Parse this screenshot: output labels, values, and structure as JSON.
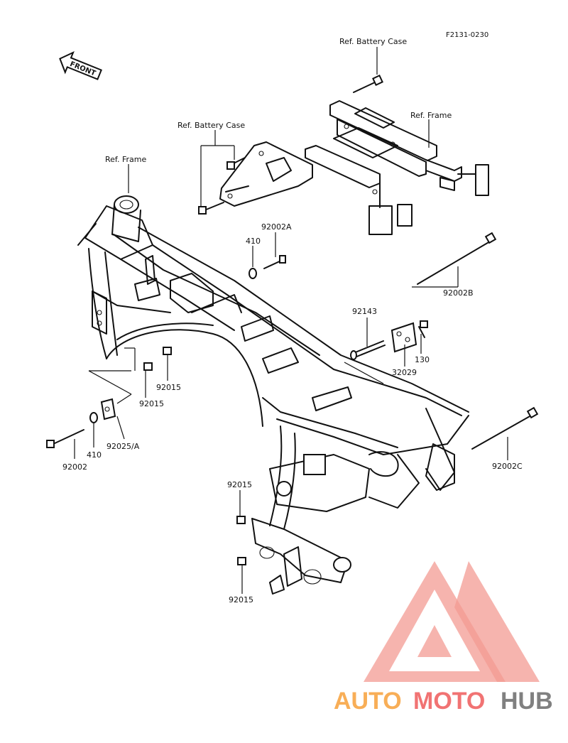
{
  "diagram_code": "F2131-0230",
  "front_arrow": "FRONT",
  "labels": {
    "ref_battery_case_top": "Ref. Battery Case",
    "ref_battery_case_left": "Ref. Battery Case",
    "ref_frame_top": "Ref. Frame",
    "ref_frame_left": "Ref. Frame",
    "p92002A": "92002A",
    "p410_upper": "410",
    "p92002B": "92002B",
    "p92143": "92143",
    "p130": "130",
    "p32029": "32029",
    "p92015_a": "92015",
    "p92015_b": "92015",
    "p92002": "92002",
    "p410_lower": "410",
    "p92025A": "92025/A",
    "p92002C": "92002C",
    "p92015_c": "92015",
    "p92015_d": "92015"
  },
  "watermark": {
    "part1": "AUTO",
    "part2": "MOTO",
    "part3": "HUB",
    "color_orange": "#f7a03a",
    "color_red": "#ef5b5b",
    "color_gray": "#6b6b6b"
  }
}
